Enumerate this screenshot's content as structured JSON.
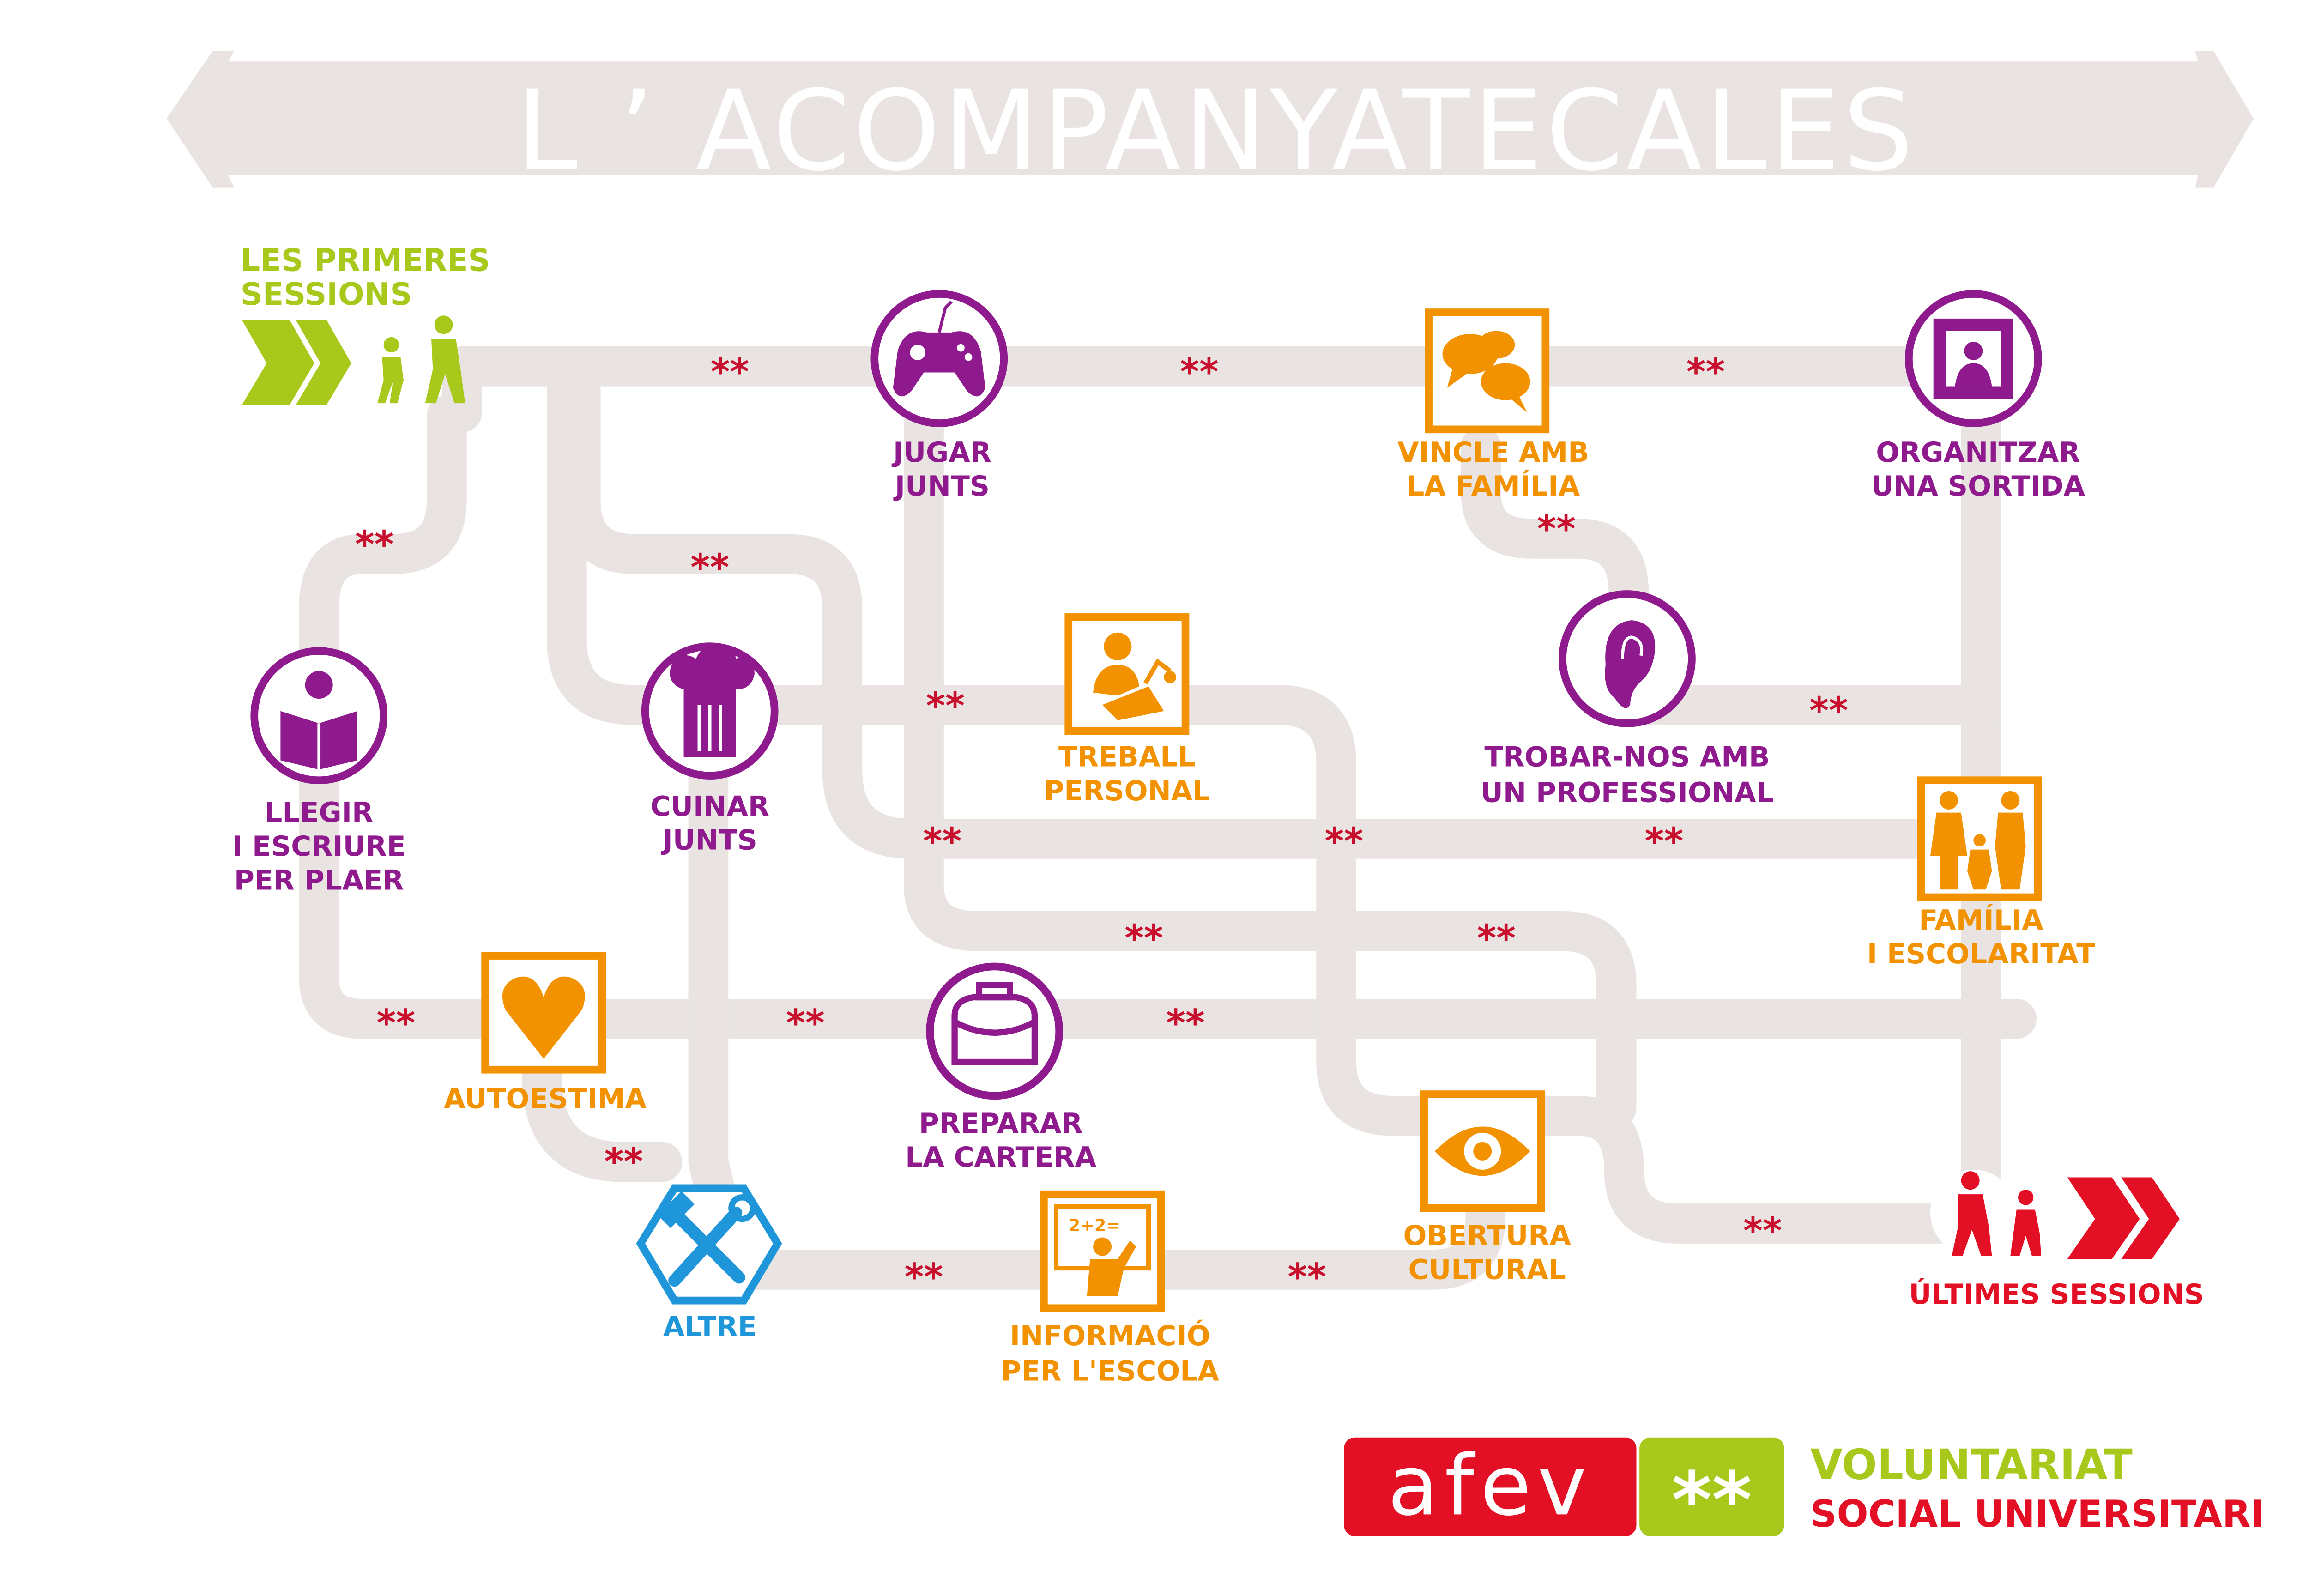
{
  "title": "L ’ ACOMPANYATECALES",
  "colors": {
    "track": "#e9e4e1",
    "purple": "#8e1a8e",
    "orange": "#f39200",
    "green": "#a8c81b",
    "red": "#e30f24",
    "blue": "#1e96d9",
    "star": "#c8102e"
  },
  "start": {
    "line1": "LES PRIMERES",
    "line2": "SESSIONS",
    "icon": "walking-people-icon"
  },
  "end": {
    "label": "ÚLTIMES SESSIONS",
    "icon": "walking-people-icon"
  },
  "connector_mark": "**",
  "stations": {
    "jugar": {
      "line1": "JUGAR",
      "line2": "JUNTS",
      "icon": "gamepad-icon"
    },
    "vincle": {
      "line1": "VINCLE AMB",
      "line2": "LA FAMÍLIA",
      "icon": "speech-bubbles-icon"
    },
    "organitzar": {
      "line1": "ORGANITZAR",
      "line2": "UNA SORTIDA",
      "icon": "framed-painting-icon"
    },
    "treball": {
      "line1": "TREBALL",
      "line2": "PERSONAL",
      "icon": "desk-study-icon"
    },
    "trobar": {
      "line1": "TROBAR-NOS AMB",
      "line2": "UN PROFESSIONAL",
      "icon": "ear-icon"
    },
    "llegir": {
      "line1": "LLEGIR",
      "line2": "I ESCRIURE",
      "line3": "PER PLAER",
      "icon": "reading-person-icon"
    },
    "cuinar": {
      "line1": "CUINAR",
      "line2": "JUNTS",
      "icon": "chef-hat-icon"
    },
    "familia": {
      "line1": "FAMÍLIA",
      "line2": "I ESCOLARITAT",
      "icon": "family-icon"
    },
    "autoestima": {
      "line1": "AUTOESTIMA",
      "icon": "heart-icon"
    },
    "cartera": {
      "line1": "PREPARAR",
      "line2": "LA CARTERA",
      "icon": "school-bag-icon"
    },
    "obertura": {
      "line1": "OBERTURA",
      "line2": "CULTURAL",
      "icon": "eye-icon"
    },
    "altre": {
      "line1": "ALTRE",
      "icon": "tools-icon"
    },
    "informacio": {
      "line1": "INFORMACIÓ",
      "line2": "PER L'ESCOLA",
      "icon": "blackboard-teacher-icon",
      "board_text": "2+2="
    }
  },
  "logo": {
    "brand": "afev",
    "mark": "**",
    "tagline1": "VOLUNTARIAT",
    "tagline2": "SOCIAL UNIVERSITARI"
  }
}
